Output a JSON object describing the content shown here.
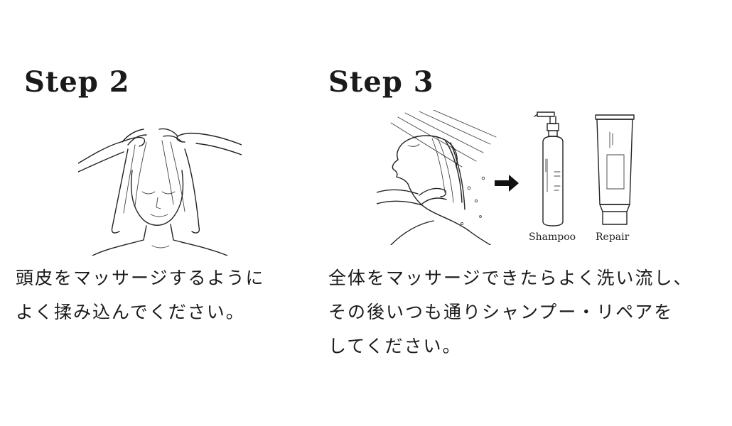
{
  "step2": {
    "title": "Step 2",
    "lines": [
      "頭皮をマッサージするように",
      "よく揉み込んでください。"
    ]
  },
  "step3": {
    "title": "Step 3",
    "lines": [
      "全体をマッサージできたらよく洗い流し、",
      "その後いつも通りシャンプー・リペアを",
      "してください。"
    ],
    "products": {
      "shampoo_label": "Shampoo",
      "repair_label": "Repair"
    }
  },
  "icons": {
    "arrow": "right-arrow-icon"
  },
  "colors": {
    "text": "#1a1a1a",
    "background": "#ffffff"
  }
}
